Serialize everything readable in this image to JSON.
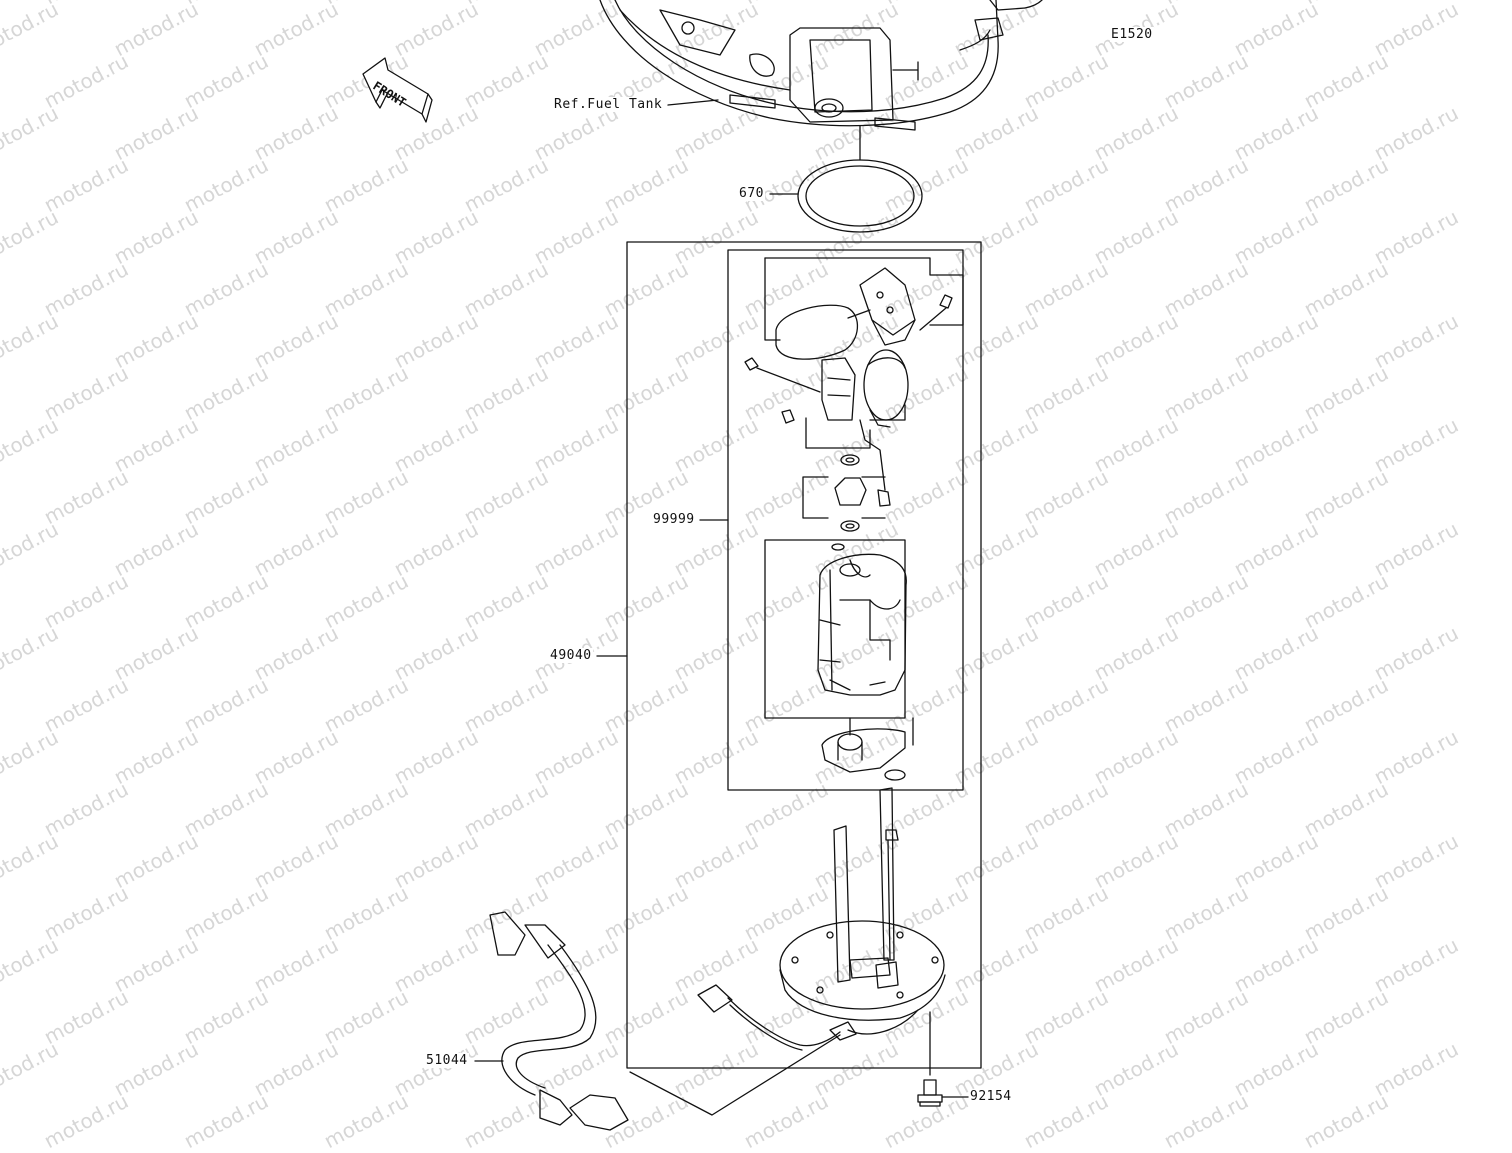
{
  "diagram": {
    "code": "E1520",
    "front_label": "FRONT",
    "ref_label": "Ref.Fuel Tank",
    "watermark": "motod.ru"
  },
  "parts": [
    {
      "number": "670"
    },
    {
      "number": "99999"
    },
    {
      "number": "49040"
    },
    {
      "number": "51044"
    },
    {
      "number": "92154"
    }
  ]
}
